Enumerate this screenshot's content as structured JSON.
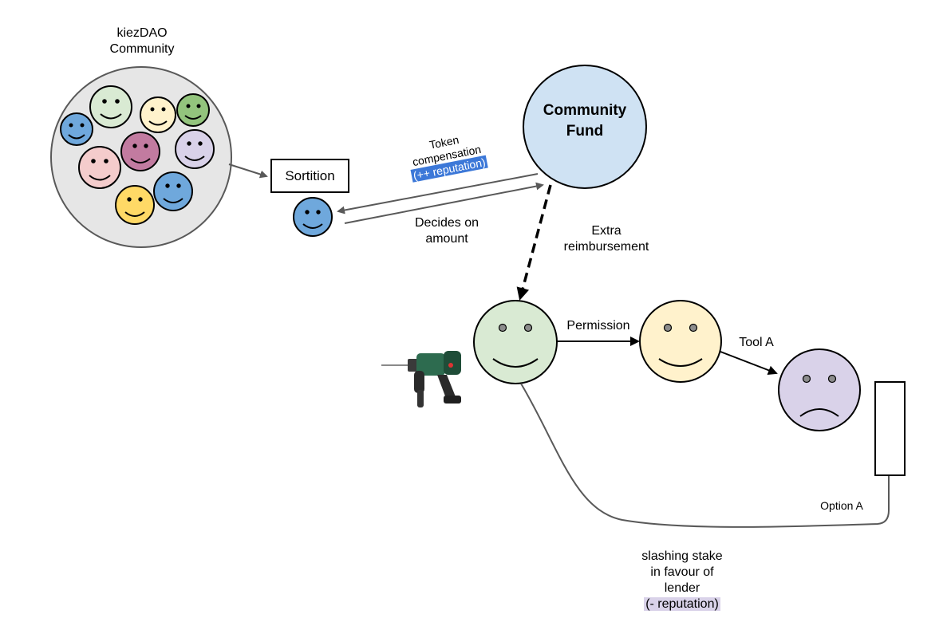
{
  "labels": {
    "community_title_1": "kiezDAO",
    "community_title_2": "Community",
    "sortition": "Sortition",
    "fund_1": "Community",
    "fund_2": "Fund",
    "token_1": "Token",
    "token_2": "compensation",
    "token_3": "(++ reputation)",
    "decides_1": "Decides on",
    "decides_2": "amount",
    "extra_1": "Extra",
    "extra_2": "reimbursement",
    "permission": "Permission",
    "tool_a": "Tool A",
    "option_a": "Option A",
    "slash_1": "slashing stake",
    "slash_2": "in favour of",
    "slash_3": "lender",
    "slash_4": "(- reputation)"
  },
  "colors": {
    "community_bg": "#e6e6e6",
    "fund_bg": "#cfe2f3",
    "blue_face": "#6fa8dc",
    "green_face": "#d9ead3",
    "yellow_face": "#fff2cc",
    "purple_face": "#d9d2e9",
    "pink_face": "#f4cccc",
    "mauve_face": "#c27ba0",
    "dark_green_face": "#93c47d",
    "gold_face": "#ffd966",
    "highlight_blue": "#3c78d8",
    "highlight_lavender": "#d9d2e9"
  },
  "icons": {
    "tool": "power-drill-icon"
  }
}
